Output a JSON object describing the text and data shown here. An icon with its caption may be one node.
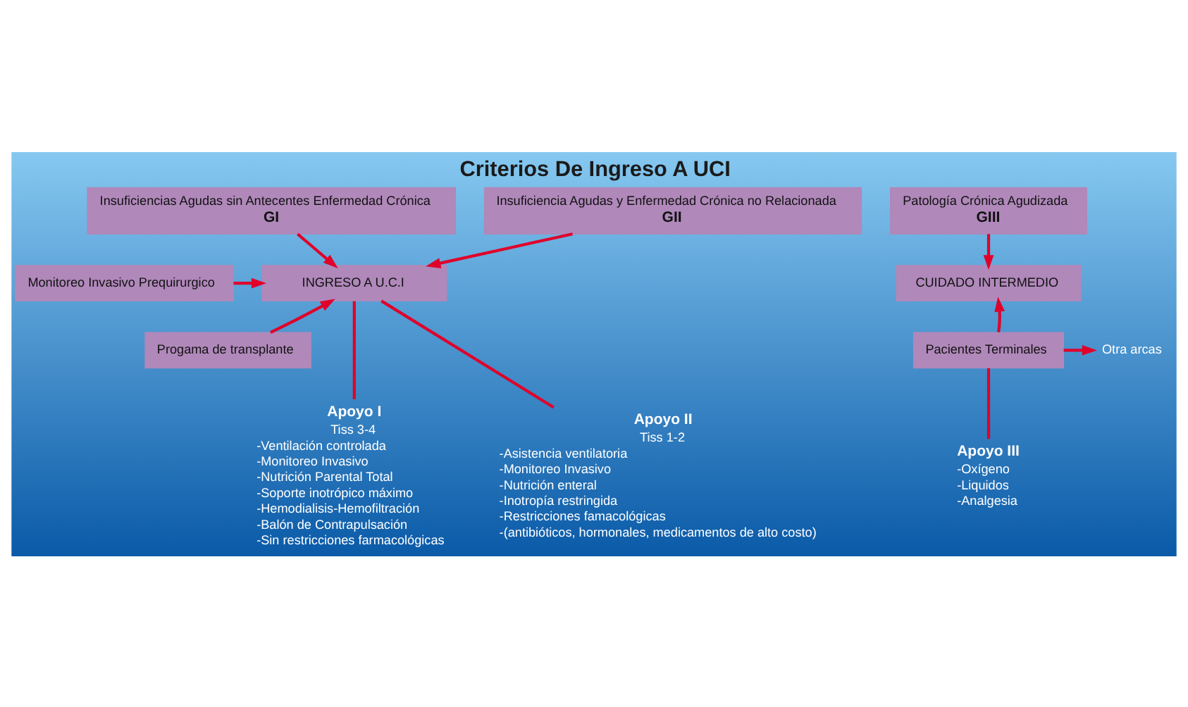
{
  "diagram": {
    "title": "Criterios De Ingreso A UCI",
    "nodes": [
      {
        "text": [
          "Insuficiencias Agudas sin Antecentes Enfermedad Crónica",
          "GI"
        ]
      },
      {
        "text": [
          "Insuficiencia Agudas y Enfermedad Crónica no Relacionada",
          "GII"
        ]
      },
      {
        "text": [
          "Patología Crónica Agudizada",
          "GIII"
        ]
      },
      {
        "text": [
          "Monitoreo Invasivo Prequirurgico"
        ]
      },
      {
        "text": [
          "INGRESO A U.C.I"
        ]
      },
      {
        "text": [
          "CUIDADO INTERMEDIO"
        ]
      },
      {
        "text": [
          "Progama de transplante"
        ]
      },
      {
        "text": [
          "Pacientes Terminales"
        ]
      },
      {
        "text": [
          "Otra arcas"
        ]
      },
      {
        "text": [
          "Apoyo I",
          "Tiss 3-4",
          "-Ventilación controlada",
          "-Monitoreo Invasivo",
          "-Nutrición Parental Total",
          "-Soporte inotrópico máximo",
          "-Hemodialisis-Hemofiltración",
          "-Balón de Contrapulsación",
          "-Sin restricciones farmacológicas"
        ]
      },
      {
        "text": [
          "Apoyo II",
          "Tiss 1-2",
          "-Asistencia ventilatoria",
          "-Monitoreo Invasivo",
          "-Nutrición enteral",
          "-Inotropía restringida",
          "-Restricciones famacológicas",
          "-(antibióticos, hormonales, medicamentos de alto costo)"
        ]
      },
      {
        "text": [
          "Apoyo III",
          "-Oxígeno",
          "-Liquidos",
          "-Analgesia"
        ]
      }
    ],
    "edges": [
      {
        "from": 0,
        "to": 4,
        "arrow": "to"
      },
      {
        "from": 1,
        "to": 4,
        "arrow": "to"
      },
      {
        "from": 2,
        "to": 5,
        "arrow": "to"
      },
      {
        "from": 3,
        "to": 4,
        "arrow": "to"
      },
      {
        "from": 6,
        "to": 4,
        "arrow": "to"
      },
      {
        "from": 7,
        "to": 5,
        "arrow": "to"
      },
      {
        "from": 7,
        "to": 8,
        "arrow": "to"
      },
      {
        "from": 4,
        "to": 9,
        "arrow": "none"
      },
      {
        "from": 4,
        "to": 10,
        "arrow": "none"
      },
      {
        "from": 7,
        "to": 11,
        "arrow": "none"
      }
    ]
  }
}
